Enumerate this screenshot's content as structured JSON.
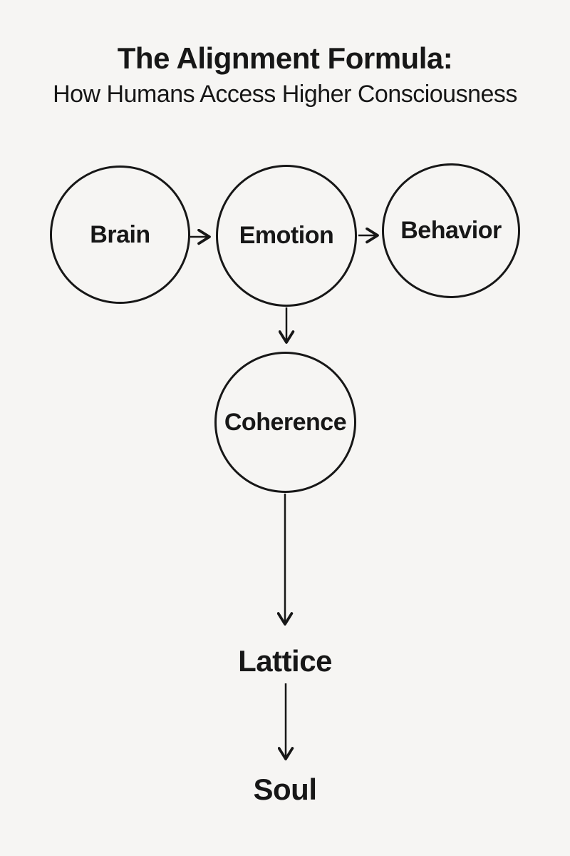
{
  "title": "The Alignment Formula:",
  "subtitle": "How Humans Access Higher Consciousness",
  "colors": {
    "background": "#f6f5f3",
    "ink": "#171717"
  },
  "nodes": [
    {
      "id": "brain",
      "label": "Brain",
      "shape": "circle"
    },
    {
      "id": "emotion",
      "label": "Emotion",
      "shape": "circle"
    },
    {
      "id": "behavior",
      "label": "Behavior",
      "shape": "circle"
    },
    {
      "id": "coherence",
      "label": "Coherence",
      "shape": "circle"
    }
  ],
  "terminals": [
    {
      "id": "lattice",
      "label": "Lattice"
    },
    {
      "id": "soul",
      "label": "Soul"
    }
  ],
  "edges": [
    {
      "from": "Brain",
      "to": "Emotion",
      "direction": "right"
    },
    {
      "from": "Emotion",
      "to": "Behavior",
      "direction": "right"
    },
    {
      "from": "Emotion",
      "to": "Coherence",
      "direction": "down"
    },
    {
      "from": "Coherence",
      "to": "Lattice",
      "direction": "down"
    },
    {
      "from": "Lattice",
      "to": "Soul",
      "direction": "down"
    }
  ]
}
